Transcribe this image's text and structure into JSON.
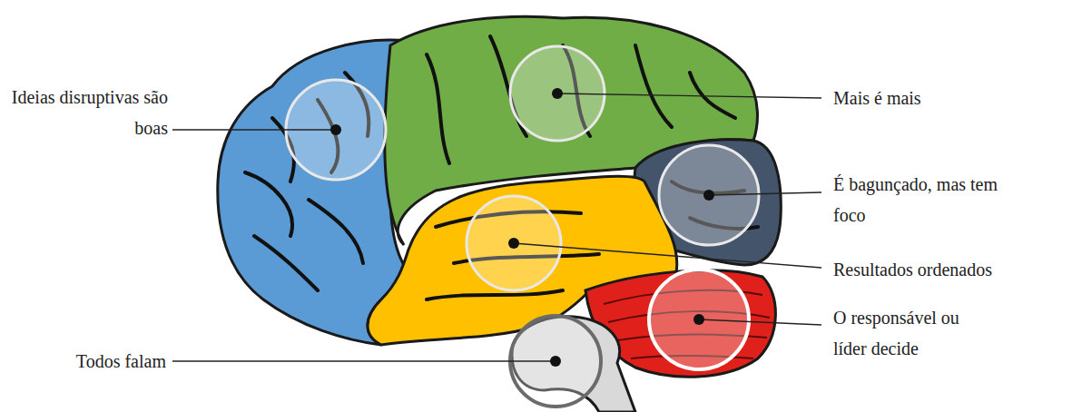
{
  "diagram": {
    "labels": [
      "Ideias disruptivas são boas",
      "Mais é mais",
      "É bagunçado, mas tem foco",
      "Resultados ordenados",
      "O responsável ou líder decide",
      "Todos falam"
    ]
  }
}
